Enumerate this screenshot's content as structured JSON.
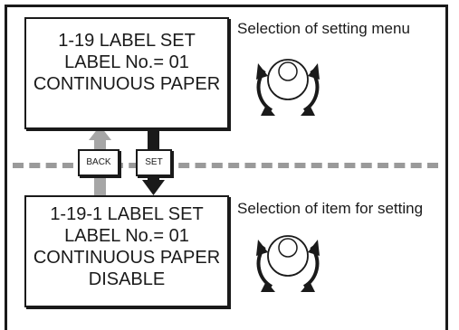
{
  "panel_top": {
    "lines": [
      "1-19 LABEL SET",
      "LABEL No.= 01",
      "CONTINUOUS PAPER"
    ]
  },
  "panel_bottom": {
    "lines": [
      "1-19-1 LABEL SET",
      "LABEL No.= 01",
      "CONTINUOUS PAPER",
      "DISABLE"
    ]
  },
  "captions": {
    "top": "Selection of setting menu",
    "bottom": "Selection of item for setting"
  },
  "buttons": {
    "back_label": "BACK",
    "set_label": "SET"
  },
  "icons": {
    "dial": "rotary-dial-icon",
    "up_arrow": "up-arrow-icon",
    "down_arrow": "down-arrow-icon"
  },
  "colors": {
    "ink": "#1a1a1a",
    "back_arrow": "#a6a6a6",
    "dash": "#9a9a9a"
  }
}
